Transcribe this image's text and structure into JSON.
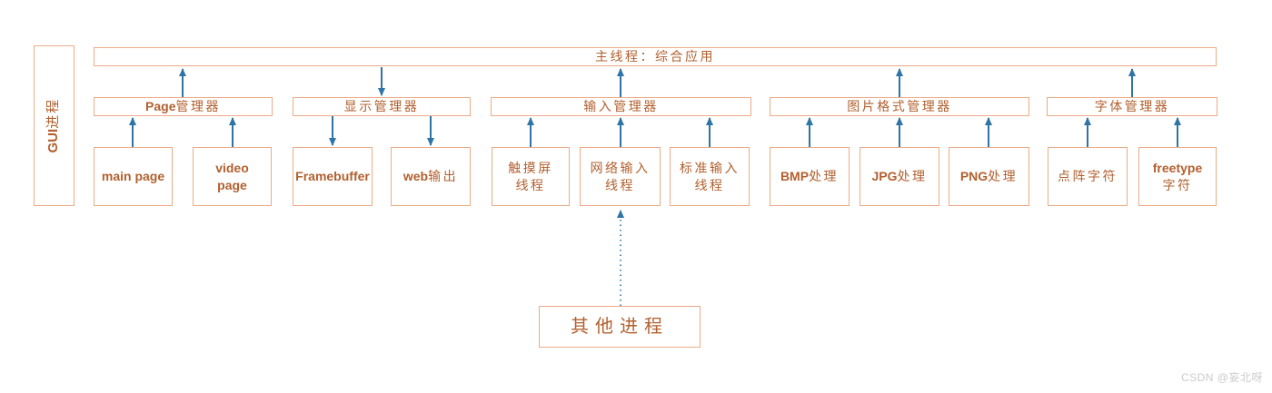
{
  "colors": {
    "box_border": "#ECAB87",
    "text": "#B2602F",
    "arrow": "#2E74A6",
    "watermark": "#CBCBCB",
    "background": "#FFFFFF"
  },
  "nodes": {
    "gui_process": {
      "label": "GUI进程"
    },
    "main_thread": {
      "label": "主线程：综合应用"
    },
    "page_manager": {
      "label": "Page管理器"
    },
    "display_manager": {
      "label": "显示管理器"
    },
    "input_manager": {
      "label": "输入管理器"
    },
    "image_format_manager": {
      "label": "图片格式管理器"
    },
    "font_manager": {
      "label": "字体管理器"
    },
    "main_page": {
      "label": "main page"
    },
    "video_page": {
      "label": "video\npage"
    },
    "framebuffer": {
      "label": "Framebuffer"
    },
    "web_output": {
      "label": "web输出"
    },
    "touch_screen_thread": {
      "label": "触摸屏\n线程"
    },
    "network_input_thread": {
      "label": "网络输入\n线程"
    },
    "standard_input_thread": {
      "label": "标准输入\n线程"
    },
    "bmp_handler": {
      "label": "BMP处理"
    },
    "jpg_handler": {
      "label": "JPG处理"
    },
    "png_handler": {
      "label": "PNG处理"
    },
    "bitmap_font": {
      "label": "点阵字符"
    },
    "freetype_font": {
      "label": "freetype\n字符"
    },
    "other_process": {
      "label": "其他进程"
    }
  },
  "edges": [
    {
      "from": "page_manager",
      "to": "main_thread",
      "style": "solid"
    },
    {
      "from": "main_thread",
      "to": "display_manager",
      "style": "solid"
    },
    {
      "from": "input_manager",
      "to": "main_thread",
      "style": "solid"
    },
    {
      "from": "image_format_manager",
      "to": "main_thread",
      "style": "solid"
    },
    {
      "from": "font_manager",
      "to": "main_thread",
      "style": "solid"
    },
    {
      "from": "main_page",
      "to": "page_manager",
      "style": "solid"
    },
    {
      "from": "video_page",
      "to": "page_manager",
      "style": "solid"
    },
    {
      "from": "display_manager",
      "to": "framebuffer",
      "style": "solid"
    },
    {
      "from": "display_manager",
      "to": "web_output",
      "style": "solid"
    },
    {
      "from": "touch_screen_thread",
      "to": "input_manager",
      "style": "solid"
    },
    {
      "from": "network_input_thread",
      "to": "input_manager",
      "style": "solid"
    },
    {
      "from": "standard_input_thread",
      "to": "input_manager",
      "style": "solid"
    },
    {
      "from": "bmp_handler",
      "to": "image_format_manager",
      "style": "solid"
    },
    {
      "from": "jpg_handler",
      "to": "image_format_manager",
      "style": "solid"
    },
    {
      "from": "png_handler",
      "to": "image_format_manager",
      "style": "solid"
    },
    {
      "from": "bitmap_font",
      "to": "font_manager",
      "style": "solid"
    },
    {
      "from": "freetype_font",
      "to": "font_manager",
      "style": "solid"
    },
    {
      "from": "other_process",
      "to": "network_input_thread",
      "style": "dotted"
    }
  ],
  "watermark": "CSDN @妄北呀"
}
